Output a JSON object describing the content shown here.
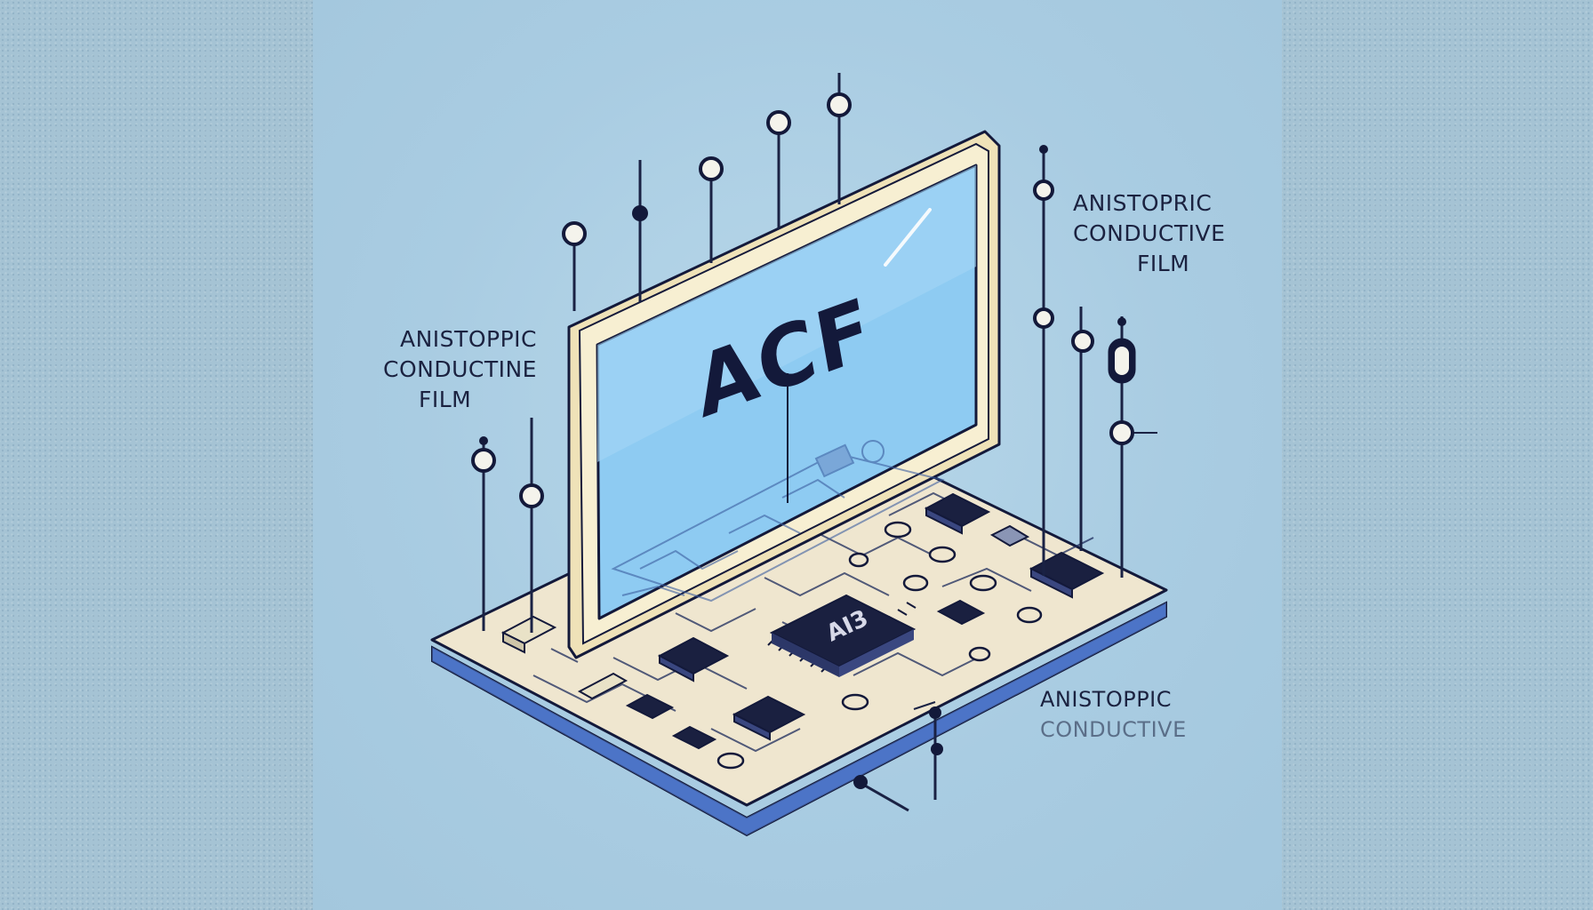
{
  "screen_text": "ACF",
  "chip_label": "AI3",
  "callouts": {
    "left": [
      "ANISTOPPIC",
      "CONDUCTINE",
      "FILM"
    ],
    "right": [
      "ANISTOPRIC",
      "CONDUCTIVE",
      "FILM"
    ],
    "bottom": [
      "ANISTOPPIC",
      "CONDUCTIVE"
    ]
  },
  "colors": {
    "background": "#a7c6d8",
    "board": "#efe6cf",
    "board_edge": "#3d63b8",
    "screen": "#8ecbf2",
    "frame": "#f5edcf",
    "ink": "#13193a"
  }
}
